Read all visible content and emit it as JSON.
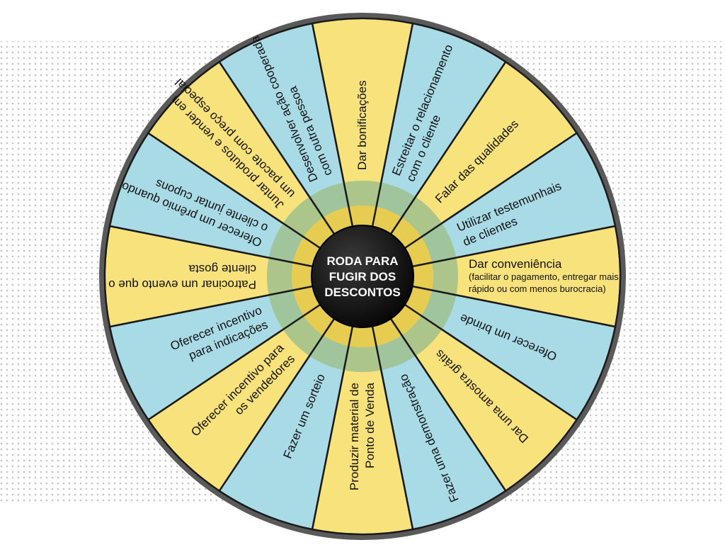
{
  "wheel": {
    "center_label": [
      "RODA PARA",
      "FUGIR DOS",
      "DESCONTOS"
    ],
    "colors": {
      "yellow": "#f8e27c",
      "blue": "#a9dbe6",
      "green_ring": "#9fbf8e",
      "gold_ring": "#e6cd52",
      "hub": "#111111",
      "rim": "#5a5a5a",
      "spoke": "#1a1a1a"
    },
    "segments": [
      {
        "lines": [
          "Dar bonificações"
        ],
        "color": "yellow"
      },
      {
        "lines": [
          "Estreitar o relacionamento",
          "com o cliente"
        ],
        "color": "blue"
      },
      {
        "lines": [
          "Falar das qualidades"
        ],
        "color": "yellow"
      },
      {
        "lines": [
          "Utilizar testemunhais",
          "de clientes"
        ],
        "color": "blue"
      },
      {
        "lines": [
          "Dar conveniência",
          "(facilitar o pagamento, entregar mais",
          "rápido ou com menos  burocracia)"
        ],
        "color": "yellow"
      },
      {
        "lines": [
          "Oferecer um brinde"
        ],
        "color": "blue"
      },
      {
        "lines": [
          "Dar uma amostra grátis"
        ],
        "color": "yellow"
      },
      {
        "lines": [
          "Fazer uma demonstração"
        ],
        "color": "blue"
      },
      {
        "lines": [
          "Produzir material de",
          "Ponto de Venda"
        ],
        "color": "yellow"
      },
      {
        "lines": [
          "Fazer um sorteio"
        ],
        "color": "blue"
      },
      {
        "lines": [
          "Oferecer incentivo para",
          "os vendedores"
        ],
        "color": "yellow"
      },
      {
        "lines": [
          "Oferecer  incentivo",
          "para indicações"
        ],
        "color": "blue"
      },
      {
        "lines": [
          "Patrocinar um evento que o",
          "cliente gosta"
        ],
        "color": "yellow"
      },
      {
        "lines": [
          "Oferecer um prêmio quando",
          "o cliente juntar cupons"
        ],
        "color": "blue"
      },
      {
        "lines": [
          "Juntar produtos e vender em",
          "um pacote com preço especial"
        ],
        "color": "yellow"
      },
      {
        "lines": [
          "Desenvolver ação cooperada",
          "com outra pessoa"
        ],
        "color": "blue"
      }
    ]
  }
}
